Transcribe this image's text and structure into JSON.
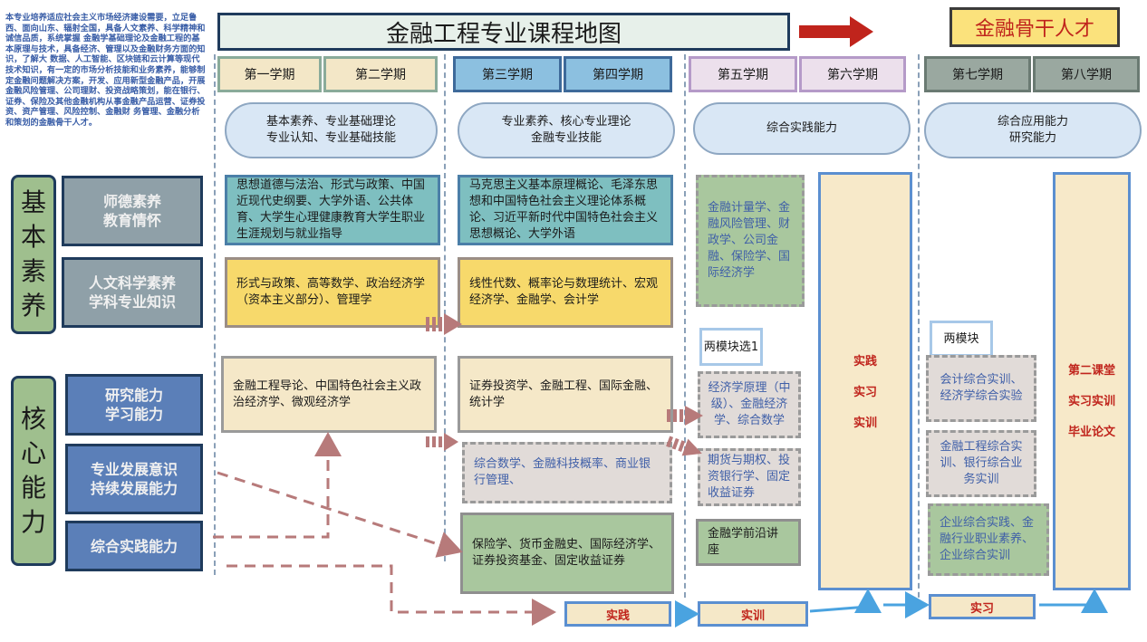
{
  "intro": "本专业培养适应社会主义市场经济建设需要，立足鲁西、面向山东、辐射全国，具备人文素养、科学精神和诚信品质，系统掌握 金融学基础理论及金融工程的基本原理与技术，具备经济、管理以及金融财务方面的知识，了解大 数据、人工智能、区块链和云计算等现代技术知识，有一定的市场分析技能和业务素养，能够制定金融问题解决方案，开发、应用新型金融产品，开展金融风险管理、公司理财、投资战略策划，能在银行、证券、保险及其他金融机构从事金融产品运营、证券投资、资产管理、风险控制、金融财 务管理、金融分析和策划的金融骨干人才。",
  "title": "金融工程专业课程地图",
  "talent": "金融骨干人才",
  "semesters": [
    "第一学期",
    "第二学期",
    "第三学期",
    "第四学期",
    "第五学期",
    "第六学期",
    "第七学期",
    "第八学期"
  ],
  "goals": {
    "g12": {
      "l1": "基本素养、专业基础理论",
      "l2": "专业认知、专业基础技能"
    },
    "g34": {
      "l1": "专业素养、核心专业理论",
      "l2": "金融专业技能"
    },
    "g56": {
      "l1": "综合实践能力"
    },
    "g78": {
      "l1": "综合应用能力",
      "l2": "研究能力"
    }
  },
  "left": {
    "basic": [
      "基",
      "本",
      "素",
      "养"
    ],
    "core": [
      "核",
      "心",
      "能",
      "力"
    ],
    "basic_subs": [
      {
        "l1": "师德素养",
        "l2": "教育情怀"
      },
      {
        "l1": "人文科学素养",
        "l2": "学科专业知识"
      }
    ],
    "core_subs": [
      {
        "l1": "研究能力",
        "l2": "学习能力"
      },
      {
        "l1": "专业发展意识",
        "l2": "持续发展能力"
      },
      {
        "l1": "综合实践能力"
      }
    ]
  },
  "courses": {
    "s12_general": "思想道德与法治、形式与政策、中国近现代史纲要、大学外语、公共体育、大学生心理健康教育大学生职业生涯规划与就业指导",
    "s12_math": "形式与政策、高等数学、政治经济学（资本主义部分）、管理学",
    "s12_core": "金融工程导论、中国特色社会主义政治经济学、微观经济学",
    "s34_general": "马克思主义基本原理概论、毛泽东思想和中国特色社会主义理论体系概论、习近平新时代中国特色社会主义思想概论、大学外语",
    "s34_math": "线性代数、概率论与数理统计、宏观经济学、金融学、会计学",
    "s34_core": "证券投资学、金融工程、国际金融、统计学",
    "s34_elective": "综合数学、金融科技概率、商业银行管理、",
    "s34_practice": "保险学、货币金融史、国际经济学、证券投资基金、固定收益证券",
    "s5_core": "金融计量学、金融风险管理、财政学、公司金融、保险学、国际经济学",
    "s5_mod_a": "经济学原理（中级）、金融经济学、综合数学",
    "s5_mod_b": "期货与期权、投资银行学、固定收益证券",
    "s5_seminar": "金融学前沿讲座",
    "s7_a": "会计综合实训、经济学综合实验",
    "s7_b": "金融工程综合实训、银行综合业务实训",
    "s7_c": "企业综合实践、金融行业职业素养、企业综合实训"
  },
  "callouts": {
    "s5": "两模块选1",
    "s7": "两模块"
  },
  "s6_tall": [
    "实践",
    "实习",
    "实训"
  ],
  "s8_tall": [
    "第二课堂",
    "实习实训",
    "毕业论文"
  ],
  "pills": {
    "p1": "实践",
    "p2": "实训",
    "p3": "实习"
  },
  "colors": {
    "navy": "#1f3b5c",
    "red": "#c0241c",
    "dashArrow": "#b77a7a",
    "blueArrow": "#4aa3e0"
  }
}
